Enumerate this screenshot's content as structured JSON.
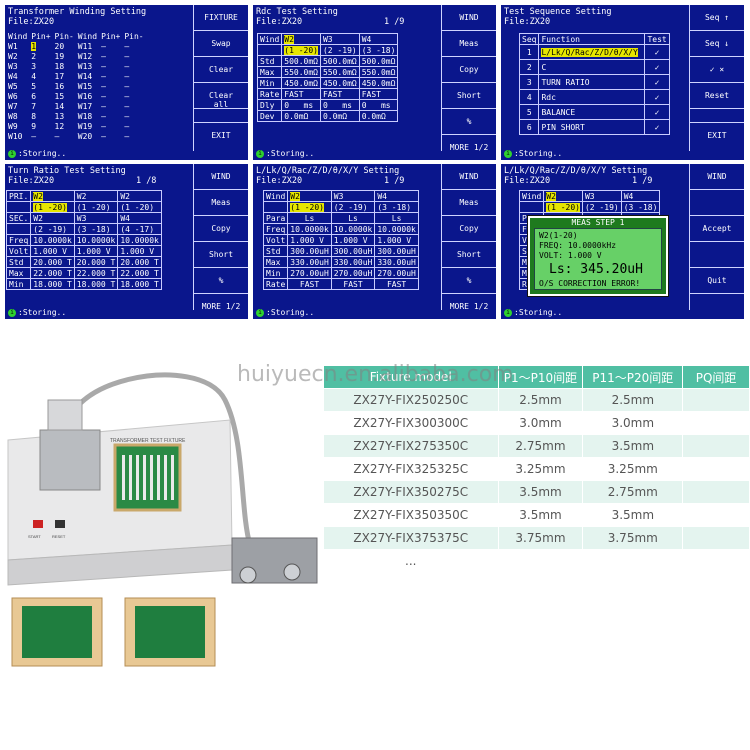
{
  "screens": [
    {
      "title": "Transformer Winding Setting",
      "file": "File:ZX20",
      "headers": [
        "Wind",
        "Pin+",
        "Pin-",
        "Wind",
        "Pin+",
        "Pin-"
      ],
      "rows": [
        [
          "W1",
          "1",
          "20",
          "W11",
          "–",
          "–"
        ],
        [
          "W2",
          "2",
          "19",
          "W12",
          "–",
          "–"
        ],
        [
          "W3",
          "3",
          "18",
          "W13",
          "–",
          "–"
        ],
        [
          "W4",
          "4",
          "17",
          "W14",
          "–",
          "–"
        ],
        [
          "W5",
          "5",
          "16",
          "W15",
          "–",
          "–"
        ],
        [
          "W6",
          "6",
          "15",
          "W16",
          "–",
          "–"
        ],
        [
          "W7",
          "7",
          "14",
          "W17",
          "–",
          "–"
        ],
        [
          "W8",
          "8",
          "13",
          "W18",
          "–",
          "–"
        ],
        [
          "W9",
          "9",
          "12",
          "W19",
          "–",
          "–"
        ],
        [
          "W10",
          "–",
          "–",
          "W20",
          "–",
          "–"
        ]
      ],
      "sidebar": [
        "FIXTURE",
        "Swap",
        "Clear",
        "Clear\nall",
        "",
        "EXIT"
      ],
      "status": "Storing.."
    },
    {
      "title": "Rdc Test Setting",
      "file": "File:ZX20",
      "page": "1 /9",
      "headers": [
        "Wind",
        "W2",
        "W3",
        "W4"
      ],
      "pins": [
        "",
        "(1 -20)",
        "(2 -19)",
        "(3 -18)"
      ],
      "rows": [
        [
          "Std",
          "500.0mΩ",
          "500.0mΩ",
          "500.0mΩ"
        ],
        [
          "Max",
          "550.0mΩ",
          "550.0mΩ",
          "550.0mΩ"
        ],
        [
          "Min",
          "450.0mΩ",
          "450.0mΩ",
          "450.0mΩ"
        ],
        [
          "Rate",
          "FAST",
          "FAST",
          "FAST"
        ],
        [
          "Dly",
          "0   ms",
          "0   ms",
          "0   ms"
        ],
        [
          "Dev",
          "0.0mΩ",
          "0.0mΩ",
          "0.0mΩ"
        ]
      ],
      "sidebar": [
        "WIND",
        "Meas",
        "Copy",
        "Short",
        "%",
        "MORE 1/2"
      ],
      "status": "Storing.."
    },
    {
      "title": "Test Sequence Setting",
      "file": "File:ZX20",
      "headers": [
        "Seq",
        "Function",
        "Test"
      ],
      "rows": [
        [
          "1",
          "L/Lk/Q/Rac/Z/D/θ/X/Y",
          "✓"
        ],
        [
          "2",
          "C",
          "✓"
        ],
        [
          "3",
          "TURN RATIO",
          "✓"
        ],
        [
          "4",
          "Rdc",
          "✓"
        ],
        [
          "5",
          "BALANCE",
          "✓"
        ],
        [
          "6",
          "PIN SHORT",
          "✓"
        ]
      ],
      "sidebar": [
        "Seq ↑",
        "Seq ↓",
        "✓ ×",
        "Reset",
        "",
        "EXIT"
      ],
      "status": "Storing.."
    },
    {
      "title": "Turn Ratio Test Setting",
      "file": "File:ZX20",
      "page": "1 /8",
      "pri": [
        "PRI.",
        "W2",
        "W2",
        "W2"
      ],
      "pri_pins": [
        "",
        "(1 -20)",
        "(1 -20)",
        "(1 -20)"
      ],
      "sec": [
        "SEC.",
        "W2",
        "W3",
        "W4"
      ],
      "sec_pins": [
        "",
        "(2 -19)",
        "(3 -18)",
        "(4 -17)"
      ],
      "rows": [
        [
          "Freq",
          "10.0000k",
          "10.0000k",
          "10.0000k"
        ],
        [
          "Volt",
          "1.000 V",
          "1.000 V",
          "1.000 V"
        ],
        [
          "Std",
          "20.000 T",
          "20.000 T",
          "20.000 T"
        ],
        [
          "Max",
          "22.000 T",
          "22.000 T",
          "22.000 T"
        ],
        [
          "Min",
          "18.000 T",
          "18.000 T",
          "18.000 T"
        ]
      ],
      "sidebar": [
        "WIND",
        "Meas",
        "Copy",
        "Short",
        "%",
        "MORE 1/2"
      ],
      "status": "Storing.."
    },
    {
      "title": "L/Lk/Q/Rac/Z/D/θ/X/Y Setting",
      "file": "File:ZX20",
      "page": "1 /9",
      "headers": [
        "Wind",
        "W2",
        "W3",
        "W4"
      ],
      "pins": [
        "",
        "(1 -20)",
        "(2 -19)",
        "(3 -18)"
      ],
      "rows": [
        [
          "Para",
          "Ls",
          "Ls",
          "Ls"
        ],
        [
          "Freq",
          "10.0000k",
          "10.0000k",
          "10.0000k"
        ],
        [
          "Volt",
          "1.000 V",
          "1.000 V",
          "1.000 V"
        ],
        [
          "Std",
          "300.00uH",
          "300.00uH",
          "300.00uH"
        ],
        [
          "Max",
          "330.00uH",
          "330.00uH",
          "330.00uH"
        ],
        [
          "Min",
          "270.00uH",
          "270.00uH",
          "270.00uH"
        ],
        [
          "Rate",
          "FAST",
          "FAST",
          "FAST"
        ]
      ],
      "sidebar": [
        "WIND",
        "Meas",
        "Copy",
        "Short",
        "%",
        "MORE 1/2"
      ],
      "status": "Storing.."
    },
    {
      "title": "L/Lk/Q/Rac/Z/D/θ/X/Y Setting",
      "file": "File:ZX20",
      "page": "1 /9",
      "headers": [
        "Wind",
        "W2",
        "W3",
        "W4"
      ],
      "pins": [
        "",
        "(1 -20)",
        "(2 -19)",
        "(3 -18)"
      ],
      "rows": [
        [
          "Pa",
          "",
          "",
          "s"
        ],
        [
          "Fr",
          "",
          "",
          "0k"
        ],
        [
          "Vo",
          "",
          "",
          "V"
        ],
        [
          "St",
          "",
          "",
          "uH"
        ],
        [
          "Ma",
          "",
          "",
          "uH"
        ],
        [
          "Mi",
          "",
          "",
          "uH"
        ],
        [
          "Ra",
          "",
          "",
          ""
        ]
      ],
      "sidebar": [
        "WIND",
        "",
        "Accept",
        "",
        "Quit",
        ""
      ],
      "status": "Storing.."
    }
  ],
  "popup": {
    "title": "MEAS STEP 1",
    "line1": "W2(1-20)",
    "line2": "FREQ: 10.0000kHz",
    "line3": "VOLT: 1.000 V",
    "value": "Ls: 345.20uH",
    "error": "O/S CORRECTION ERROR!"
  },
  "watermark": "huiyuecn.en.alibaba.com",
  "spec": {
    "headers": [
      "Fixture model",
      "P1～P10间距",
      "P11～P20间距",
      "PQ间距"
    ],
    "rows": [
      [
        "ZX27Y-FIX250250C",
        "2.5mm",
        "2.5mm",
        ""
      ],
      [
        "ZX27Y-FIX300300C",
        "3.0mm",
        "3.0mm",
        ""
      ],
      [
        "ZX27Y-FIX275350C",
        "2.75mm",
        "3.5mm",
        ""
      ],
      [
        "ZX27Y-FIX325325C",
        "3.25mm",
        "3.25mm",
        ""
      ],
      [
        "ZX27Y-FIX350275C",
        "3.5mm",
        "2.75mm",
        ""
      ],
      [
        "ZX27Y-FIX350350C",
        "3.5mm",
        "3.5mm",
        ""
      ],
      [
        "ZX27Y-FIX375375C",
        "3.75mm",
        "3.75mm",
        ""
      ],
      [
        "...",
        "",
        "",
        ""
      ]
    ]
  },
  "fixture": {
    "label": "TRANSFORMER TEST FIXTURE",
    "btn1": "START",
    "btn2": "RESET"
  },
  "colors": {
    "screen_bg": "#0a168c",
    "highlight": "#e6e600",
    "table_head": "#50bfa3",
    "popup": "#67d067"
  }
}
